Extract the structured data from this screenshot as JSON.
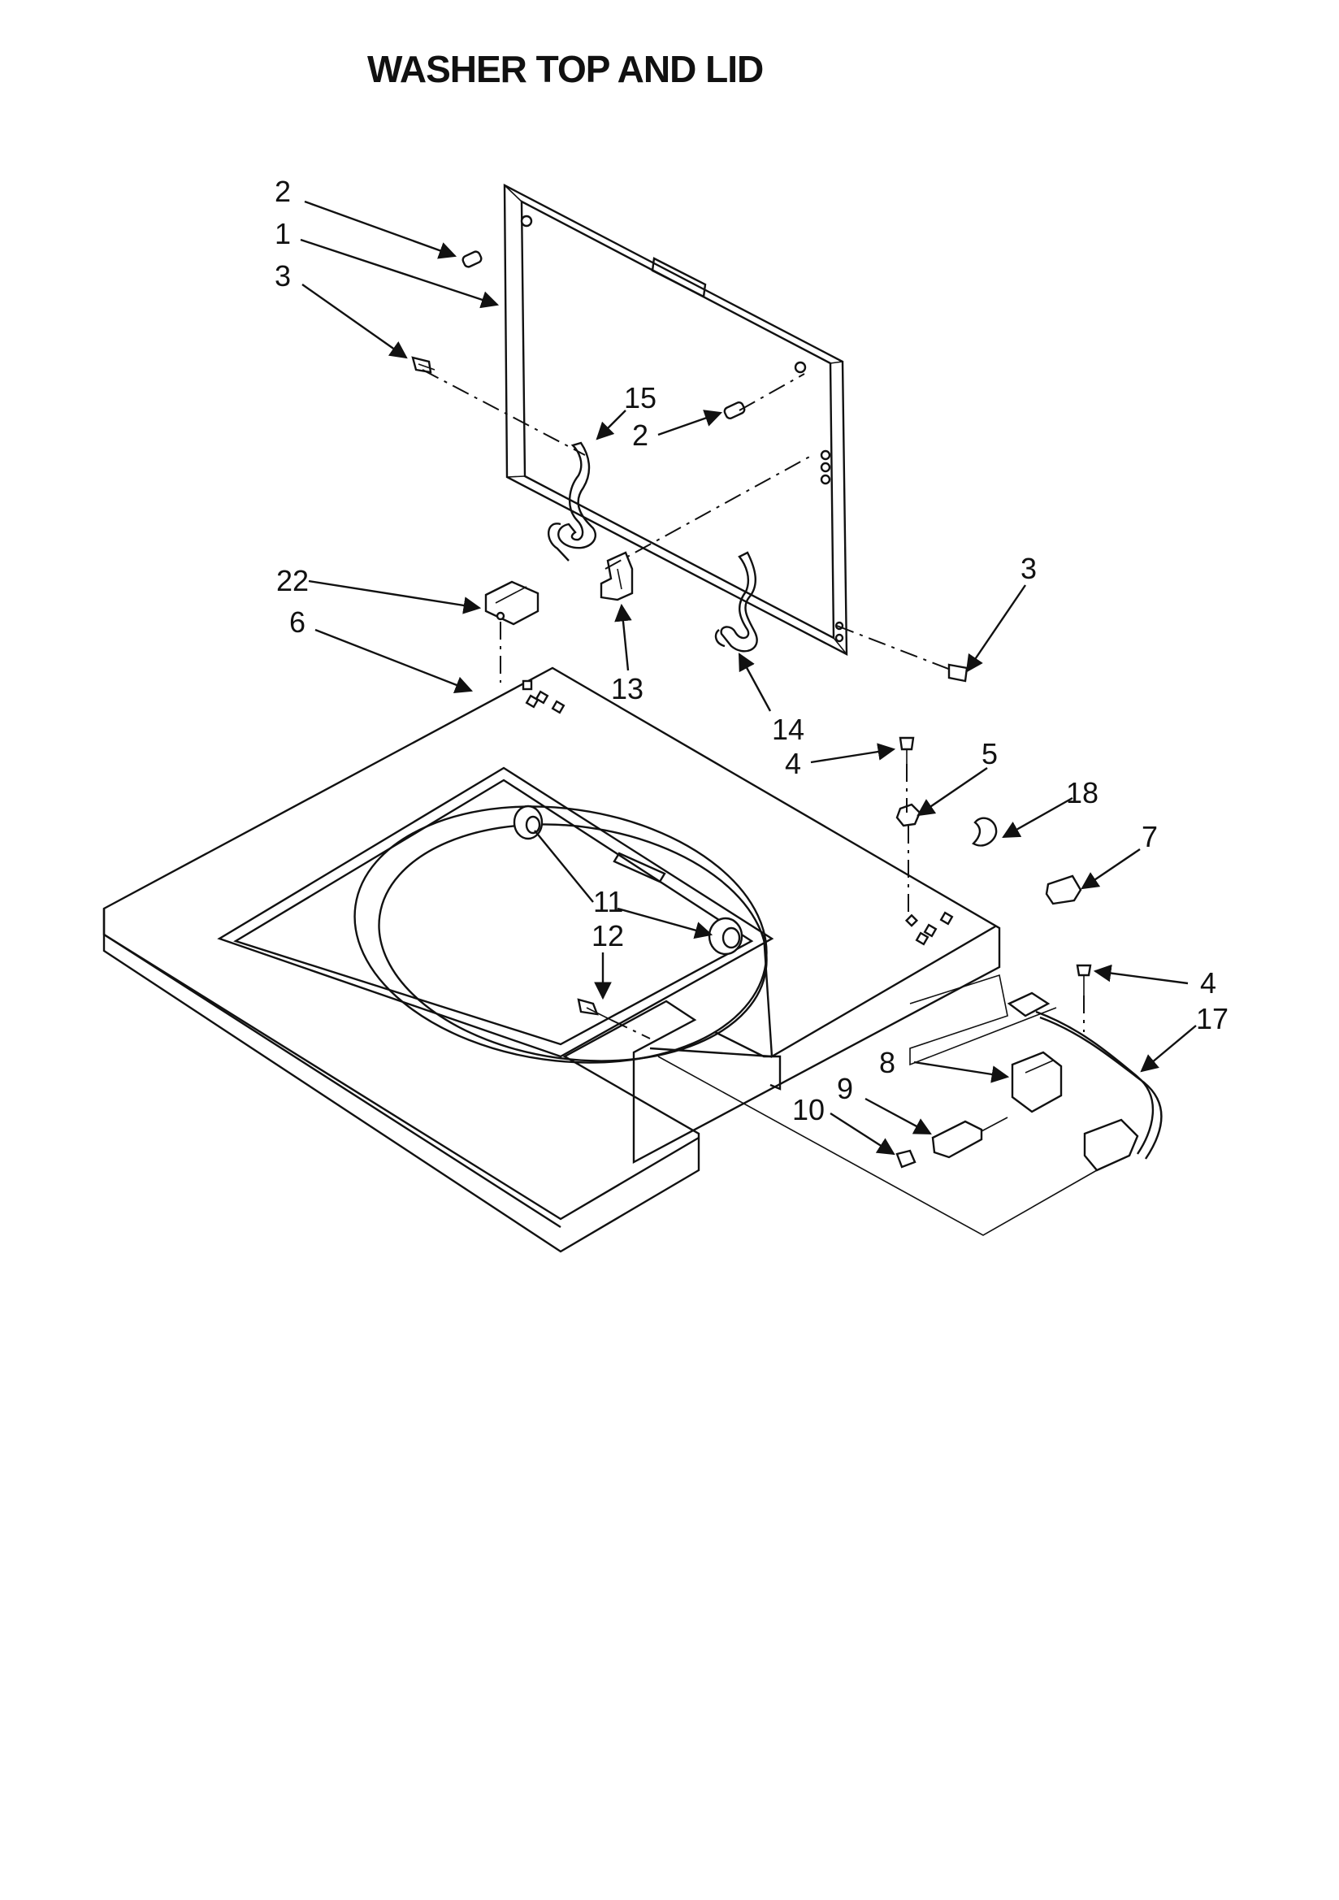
{
  "title": "WASHER TOP AND LID",
  "callouts": [
    {
      "id": "c2a",
      "text": "2"
    },
    {
      "id": "c1",
      "text": "1"
    },
    {
      "id": "c3a",
      "text": "3"
    },
    {
      "id": "c15",
      "text": "15"
    },
    {
      "id": "c2b",
      "text": "2"
    },
    {
      "id": "c22",
      "text": "22"
    },
    {
      "id": "c6",
      "text": "6"
    },
    {
      "id": "c13",
      "text": "13"
    },
    {
      "id": "c14",
      "text": "14"
    },
    {
      "id": "c3b",
      "text": "3"
    },
    {
      "id": "c4a",
      "text": "4"
    },
    {
      "id": "c5",
      "text": "5"
    },
    {
      "id": "c18",
      "text": "18"
    },
    {
      "id": "c7",
      "text": "7"
    },
    {
      "id": "c11",
      "text": "11"
    },
    {
      "id": "c12",
      "text": "12"
    },
    {
      "id": "c4b",
      "text": "4"
    },
    {
      "id": "c17",
      "text": "17"
    },
    {
      "id": "c8",
      "text": "8"
    },
    {
      "id": "c9",
      "text": "9"
    },
    {
      "id": "c10",
      "text": "10"
    }
  ]
}
